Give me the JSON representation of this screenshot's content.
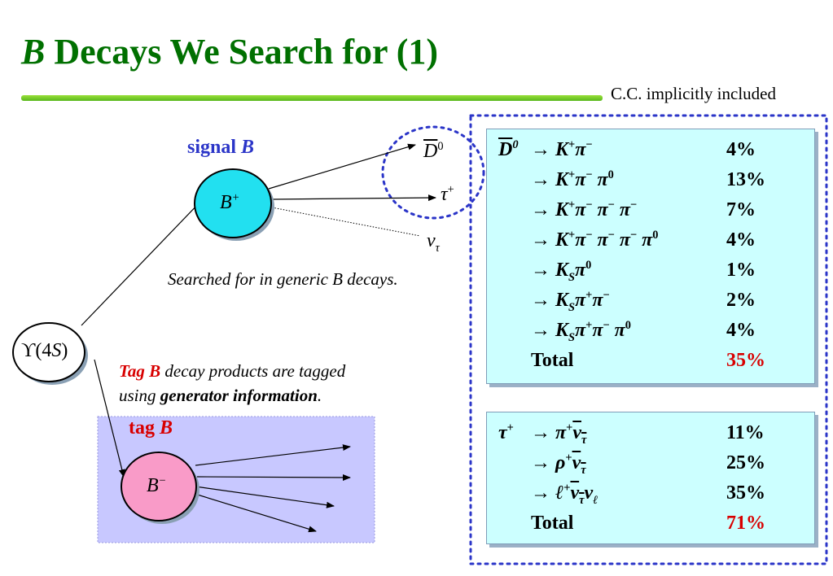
{
  "title": {
    "italic_part": "B",
    "rest": " Decays We Search for (1)"
  },
  "cc_note": "C.C. implicitly included",
  "diagram": {
    "signal_label": "signal",
    "signal_label_italic": "B",
    "signal_node": "B+",
    "tag_label": "tag",
    "tag_label_italic": "B",
    "tag_node": "B−",
    "upsilon_node": "ϒ(4S)",
    "products": {
      "d0bar": "D0",
      "tau": "τ+",
      "nu": "ντ"
    },
    "searched_note": "Searched for in generic B decays.",
    "tag_note": {
      "red_part": "Tag B",
      "part1": " decay products are tagged",
      "part2": "using ",
      "bold_part": "generator information",
      "end": "."
    }
  },
  "d0_table": {
    "parent": "D0",
    "rows": [
      {
        "mode": "→ K+π−",
        "br": "4%"
      },
      {
        "mode": "→ K+π−π0",
        "br": "13%"
      },
      {
        "mode": "→ K+π−π−π−",
        "br": "7%"
      },
      {
        "mode": "→ K+π−π−π−π0",
        "br": "4%"
      },
      {
        "mode": "→ KSπ0",
        "br": "1%"
      },
      {
        "mode": "→ KSπ+π−",
        "br": "2%"
      },
      {
        "mode": "→ KSπ+π−π0",
        "br": "4%"
      }
    ],
    "total_label": "Total",
    "total_value": "35%"
  },
  "tau_table": {
    "parent": "τ+",
    "rows": [
      {
        "mode": "→ π+ντ",
        "br": "11%"
      },
      {
        "mode": "→ ρ+ντ",
        "br": "25%"
      },
      {
        "mode": "→ ℓ+ντνℓ",
        "br": "35%"
      }
    ],
    "total_label": "Total",
    "total_value": "71%"
  },
  "colors": {
    "title": "#007000",
    "signal_node_fill": "#22e0f0",
    "tag_node_fill": "#f99bc8",
    "tag_region_fill": "#c8c8ff",
    "table_fill": "#ccffff",
    "signal_label": "#2b35c8",
    "tag_label": "#d80000",
    "dotted_border": "#2b35c8"
  }
}
